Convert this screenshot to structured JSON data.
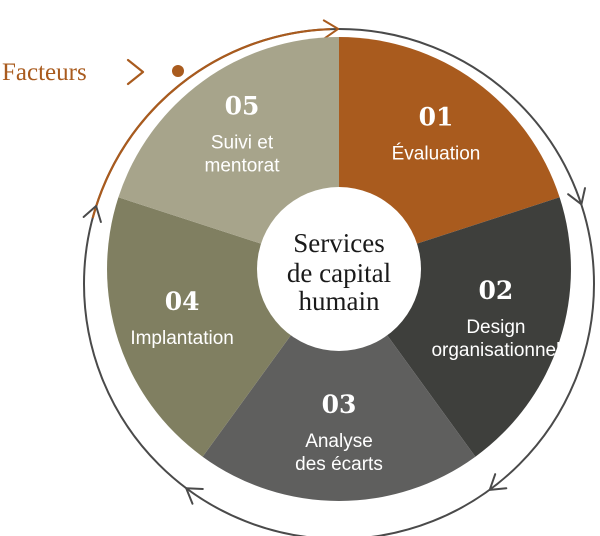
{
  "side_label": {
    "text": "Facteurs",
    "color": "#a95b1e"
  },
  "center": {
    "lines": [
      "Services",
      "de capital",
      "humain"
    ]
  },
  "segments": [
    {
      "number": "01",
      "label_lines": [
        "Évaluation"
      ],
      "color": "#a95b1e"
    },
    {
      "number": "02",
      "label_lines": [
        "Design",
        "organisationnel"
      ],
      "color": "#3e3f3c"
    },
    {
      "number": "03",
      "label_lines": [
        "Analyse",
        "des écarts"
      ],
      "color": "#5f5f5e"
    },
    {
      "number": "04",
      "label_lines": [
        "Implantation"
      ],
      "color": "#807f61"
    },
    {
      "number": "05",
      "label_lines": [
        "Suivi et",
        "mentorat"
      ],
      "color": "#a7a48b"
    }
  ],
  "colors": {
    "ring": "#4a4a4a",
    "accent": "#a95b1e",
    "center_fill": "#ffffff"
  },
  "icons": [
    "chevron-right-icon",
    "arrowhead-icon",
    "dot-marker-icon"
  ]
}
